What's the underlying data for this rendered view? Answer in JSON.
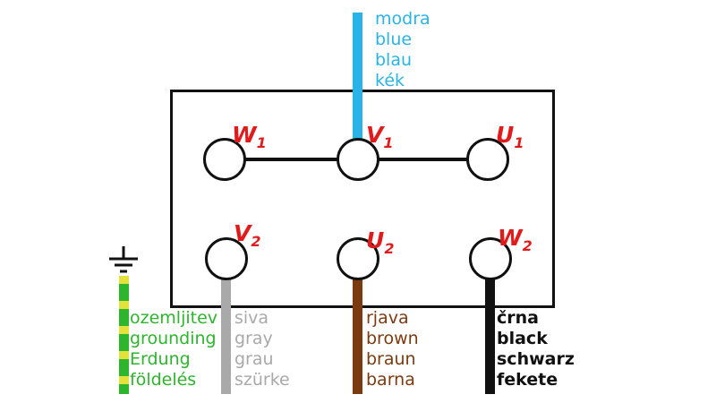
{
  "diagram": {
    "type": "motor-terminal-wiring-diagram",
    "terminals": {
      "top": [
        {
          "name": "W",
          "sub": "1"
        },
        {
          "name": "V",
          "sub": "1"
        },
        {
          "name": "U",
          "sub": "1"
        }
      ],
      "bottom": [
        {
          "name": "V",
          "sub": "2"
        },
        {
          "name": "U",
          "sub": "2"
        },
        {
          "name": "W",
          "sub": "2"
        }
      ],
      "label_color": "#e01b1b"
    },
    "wires": {
      "blue": {
        "color": "#29b3e6",
        "connects_to": "V1",
        "labels": [
          "modra",
          "blue",
          "blau",
          "kék"
        ]
      },
      "ground": {
        "color": "#2db52d",
        "stripe_color": "#e3e23a",
        "labels": [
          "ozemljitev",
          "grounding",
          "Erdung",
          "földelés"
        ]
      },
      "gray": {
        "color": "#a9a9a9",
        "connects_to": "V2",
        "labels": [
          "siva",
          "gray",
          "grau",
          "szürke"
        ]
      },
      "brown": {
        "color": "#7b3a10",
        "connects_to": "U2",
        "labels": [
          "rjava",
          "brown",
          "braun",
          "barna"
        ]
      },
      "black": {
        "color": "#111111",
        "connects_to": "W2",
        "labels": [
          "črna",
          "black",
          "schwarz",
          "fekete"
        ]
      }
    }
  }
}
